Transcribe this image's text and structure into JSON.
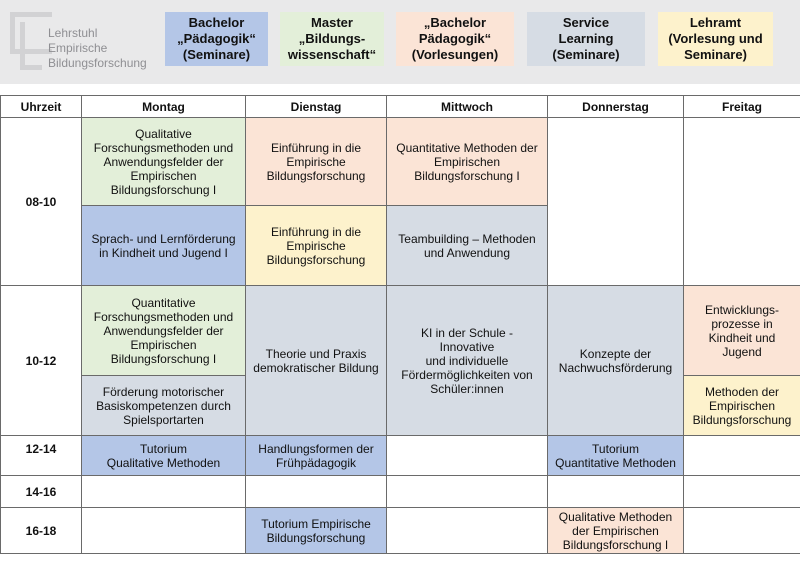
{
  "logo": {
    "line1": "Lehrstuhl Empirische",
    "line2": "Bildungsforschung"
  },
  "legend": [
    {
      "text": "Bachelor\n„Pädagogik“\n(Seminare)",
      "color": "#b4c6e7"
    },
    {
      "text": "Master\n„Bildungs-\nwissenschaft“",
      "color": "#e3efd9"
    },
    {
      "text": "„Bachelor\nPädagogik“\n(Vorlesungen)",
      "color": "#fbe4d6"
    },
    {
      "text": "Service\nLearning\n(Seminare)",
      "color": "#d6dce4"
    },
    {
      "text": "Lehramt\n(Vorlesung und\nSeminare)",
      "color": "#fdf2cc"
    }
  ],
  "headers": [
    "Uhrzeit",
    "Montag",
    "Dienstag",
    "Mittwoch",
    "Donnerstag",
    "Freitag"
  ],
  "times": [
    "08-10",
    "10-12",
    "12-14",
    "14-16",
    "16-18"
  ],
  "cells": {
    "mo_0810_a": "Qualitative\nForschungsmethoden und\nAnwendungsfelder der\nEmpirischen\nBildungsforschung I",
    "mo_0810_b": "Sprach- und Lernförderung\nin Kindheit und Jugend I",
    "di_0810_a": "Einführung in die\nEmpirische\nBildungsforschung",
    "di_0810_b": "Einführung in die\nEmpirische\nBildungsforschung",
    "mi_0810_a": "Quantitative Methoden der\nEmpirischen\nBildungsforschung I",
    "mi_0810_b": "Teambuilding – Methoden\nund Anwendung",
    "mo_1012_a": "Quantitative\nForschungsmethoden und\nAnwendungsfelder der\nEmpirischen\nBildungsforschung I",
    "mo_1012_b": "Förderung motorischer\nBasiskompetenzen durch\nSpielsportarten",
    "di_1012": "Theorie und Praxis\ndemokratischer Bildung",
    "mi_1012": "KI in der Schule - Innovative\nund individuelle\nFördermöglichkeiten von\nSchüler:innen",
    "do_1012": "Konzepte der\nNachwuchsförderung",
    "fr_1012_a": "Entwicklungs-\nprozesse in\nKindheit und\nJugend",
    "fr_1012_b": "Methoden der\nEmpirischen\nBildungsforschung",
    "mo_1214": "Tutorium\nQualitative Methoden",
    "di_1214": "Handlungsformen der\nFrühpädagogik",
    "do_1214": "Tutorium\nQuantitative Methoden",
    "di_1618": "Tutorium Empirische\nBildungsforschung",
    "do_1618": "Qualitative Methoden\nder Empirischen\nBildungsforschung I"
  }
}
